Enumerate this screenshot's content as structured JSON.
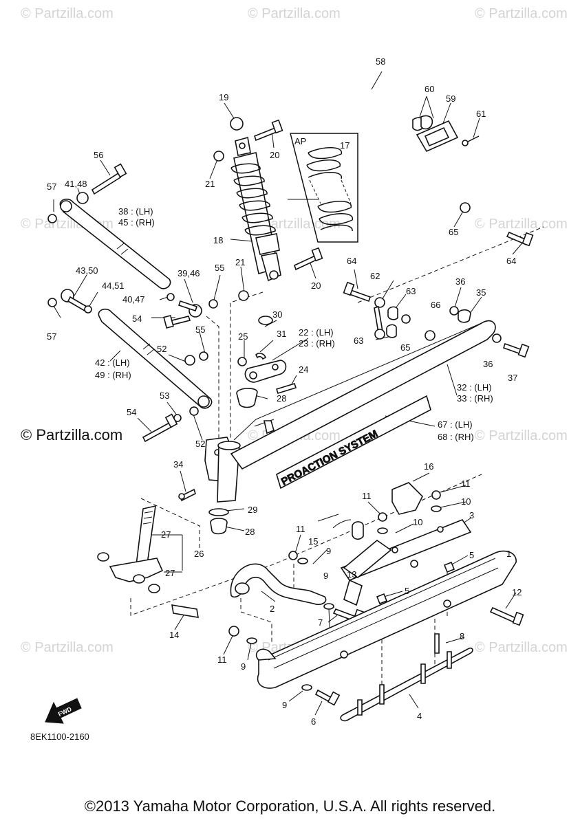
{
  "watermark": "© Partzilla.com",
  "drawing_code": "8EK1100-2160",
  "fwd_label": "FWD",
  "inset_label": "AP",
  "branding_text": "PROACTION SYSTEM",
  "copyright": "©2013 Yamaha Motor Corporation, U.S.A. All rights reserved.",
  "callouts": [
    "58",
    "60",
    "59",
    "61",
    "19",
    "20",
    "21",
    "17",
    "56",
    "41,48",
    "57",
    "38 : (LH)",
    "45 : (RH)",
    "18",
    "65",
    "64",
    "21",
    "20",
    "64",
    "62",
    "63",
    "36",
    "35",
    "43,50",
    "44,51",
    "39,46",
    "55",
    "40,47",
    "57",
    "54",
    "30",
    "31",
    "22 : (LH)",
    "23 : (RH)",
    "66",
    "63",
    "65",
    "36",
    "37",
    "25",
    "55",
    "52",
    "24",
    "42 : (LH)",
    "49 : (RH)",
    "28",
    "32 : (LH)",
    "33 : (RH)",
    "53",
    "54",
    "67 : (LH)",
    "68 : (RH)",
    "52",
    "34",
    "16",
    "11",
    "10",
    "29",
    "11",
    "3",
    "28",
    "11",
    "15",
    "10",
    "1",
    "27",
    "26",
    "9",
    "13",
    "5",
    "27",
    "9",
    "5",
    "12",
    "2",
    "7",
    "14",
    "8",
    "11",
    "9",
    "9",
    "6",
    "4"
  ]
}
